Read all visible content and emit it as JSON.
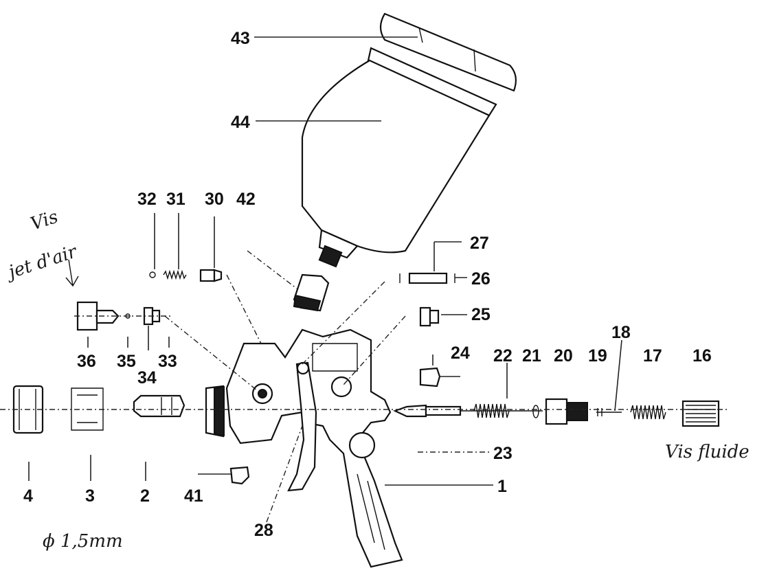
{
  "labels": {
    "p43": "43",
    "p44": "44",
    "p32": "32",
    "p31": "31",
    "p30": "30",
    "p42": "42",
    "p27": "27",
    "p26": "26",
    "p25": "25",
    "p36": "36",
    "p35": "35",
    "p34": "34",
    "p33": "33",
    "p24": "24",
    "p22": "22",
    "p21": "21",
    "p20": "20",
    "p19": "19",
    "p18": "18",
    "p17": "17",
    "p16": "16",
    "p23": "23",
    "p1": "1",
    "p4": "4",
    "p3": "3",
    "p2": "2",
    "p41": "41",
    "p28": "28"
  },
  "annotations": {
    "vis_jet_air_1": "Vis",
    "vis_jet_air_2": "jet d'air",
    "vis_fluide": "Vis fluide",
    "diameter": "ϕ 1,5mm"
  }
}
